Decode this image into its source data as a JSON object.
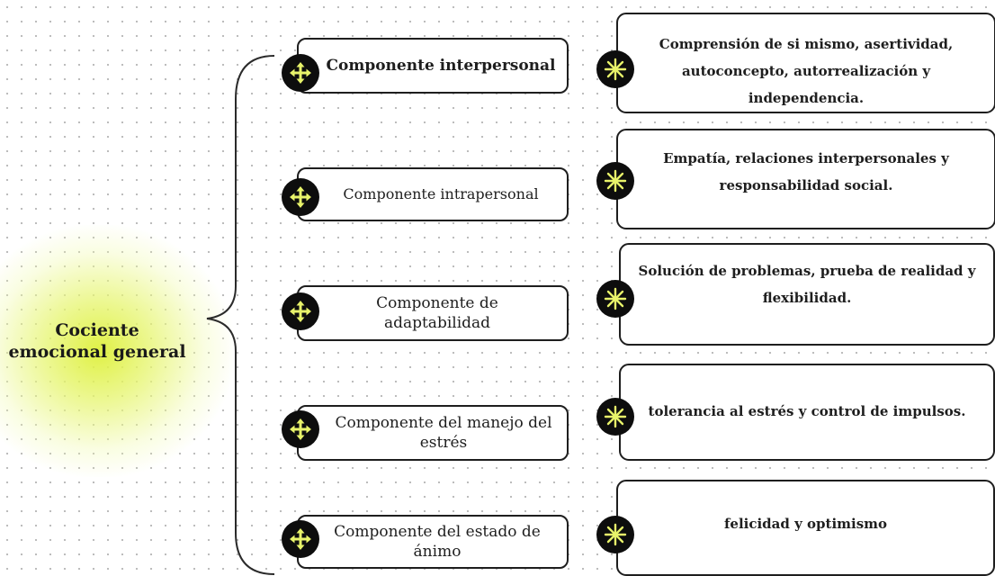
{
  "root": {
    "label": "Cociente emocional general"
  },
  "accent_color": "#dff03a",
  "components": [
    {
      "label": "Componente interpersonal",
      "icon": "move-arrows-icon",
      "description": "Comprensión de si mismo, asertividad, autoconcepto, autorrealización y independencia.",
      "description_icon": "asterisk-icon"
    },
    {
      "label": "Componente intrapersonal",
      "icon": "move-arrows-icon",
      "description": "Empatía, relaciones interpersonales y responsabilidad social.",
      "description_icon": "asterisk-icon"
    },
    {
      "label": "Componente de adaptabilidad",
      "icon": "move-arrows-icon",
      "description": "Solución de problemas, prueba de realidad y flexibilidad.",
      "description_icon": "asterisk-icon"
    },
    {
      "label": "Componente del manejo del estrés",
      "icon": "move-arrows-icon",
      "description": "tolerancia al estrés y control de impulsos.",
      "description_icon": "asterisk-icon"
    },
    {
      "label": "Componente del estado de ánimo",
      "icon": "move-arrows-icon",
      "description": "felicidad y optimismo",
      "description_icon": "asterisk-icon"
    }
  ]
}
